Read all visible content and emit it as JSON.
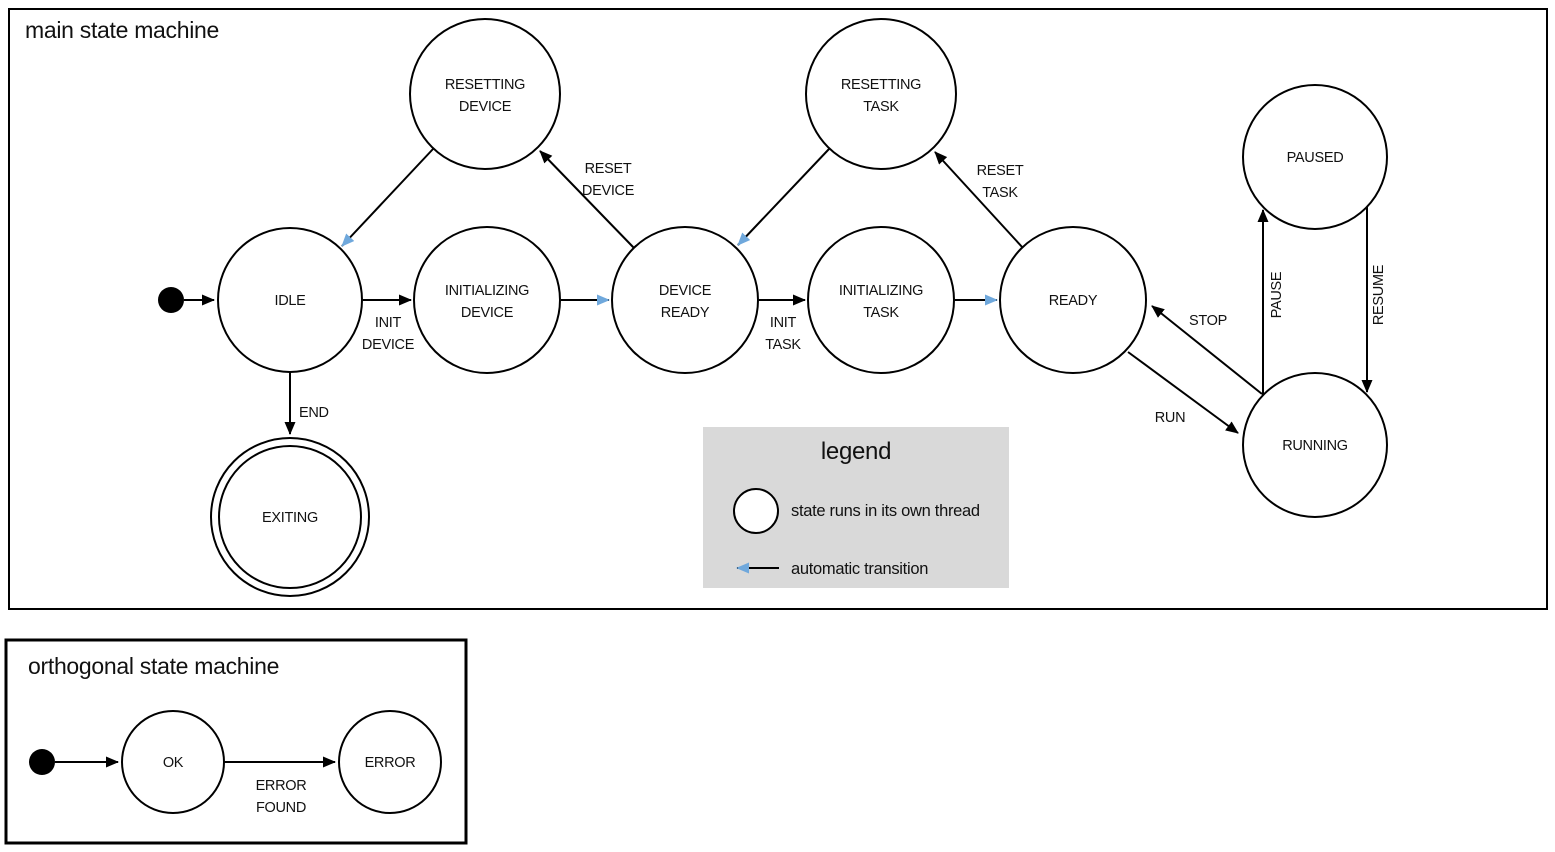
{
  "colors": {
    "thread_state_fill": "#b4c7e7",
    "automatic_transition": "#6fa8dc",
    "legend_background": "#d9d9d9",
    "outline": "#000000"
  },
  "main_machine": {
    "title": "main state machine",
    "states": {
      "idle": {
        "lines": [
          "IDLE"
        ]
      },
      "resetting_device": {
        "lines": [
          "RESETTING",
          "DEVICE"
        ]
      },
      "initializing_device": {
        "lines": [
          "INITIALIZING",
          "DEVICE"
        ]
      },
      "device_ready": {
        "lines": [
          "DEVICE",
          "READY"
        ]
      },
      "resetting_task": {
        "lines": [
          "RESETTING",
          "TASK"
        ]
      },
      "initializing_task": {
        "lines": [
          "INITIALIZING",
          "TASK"
        ]
      },
      "ready": {
        "lines": [
          "READY"
        ]
      },
      "paused": {
        "lines": [
          "PAUSED"
        ]
      },
      "running": {
        "lines": [
          "RUNNING"
        ]
      },
      "exiting": {
        "lines": [
          "EXITING"
        ]
      }
    },
    "transitions": {
      "init_device": {
        "lines": [
          "INIT",
          "DEVICE"
        ]
      },
      "reset_device": {
        "lines": [
          "RESET",
          "DEVICE"
        ]
      },
      "init_task": {
        "lines": [
          "INIT",
          "TASK"
        ]
      },
      "reset_task": {
        "lines": [
          "RESET",
          "TASK"
        ]
      },
      "stop": {
        "label": "STOP"
      },
      "run": {
        "label": "RUN"
      },
      "pause": {
        "label": "PAUSE"
      },
      "resume": {
        "label": "RESUME"
      },
      "end": {
        "label": "END"
      }
    }
  },
  "legend": {
    "title": "legend",
    "thread_item": "state runs in its own thread",
    "auto_item": "automatic transition"
  },
  "orthogonal_machine": {
    "title": "orthogonal state machine",
    "states": {
      "ok": {
        "label": "OK"
      },
      "error": {
        "label": "ERROR"
      }
    },
    "transitions": {
      "error_found": {
        "lines": [
          "ERROR",
          "FOUND"
        ]
      }
    }
  }
}
